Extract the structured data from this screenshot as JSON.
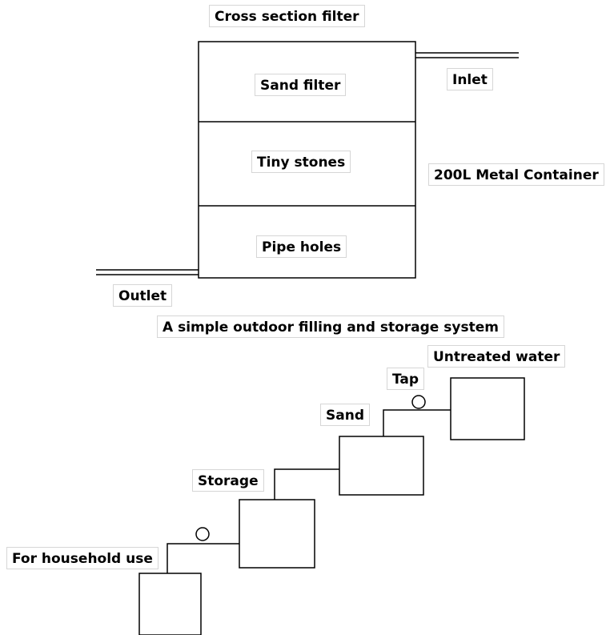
{
  "cross_section": {
    "title": "Cross section filter",
    "layers": [
      "Sand filter",
      "Tiny stones",
      "Pipe holes"
    ],
    "inlet": "Inlet",
    "outlet": "Outlet",
    "container": "200L Metal Container"
  },
  "storage_system": {
    "title": "A simple outdoor filling and storage system",
    "untreated": "Untreated water",
    "tap": "Tap",
    "sand": "Sand",
    "storage": "Storage",
    "household": "For household use"
  },
  "colors": {
    "line": "#000000",
    "label_border": "#d6d6d6",
    "background": "#ffffff"
  }
}
